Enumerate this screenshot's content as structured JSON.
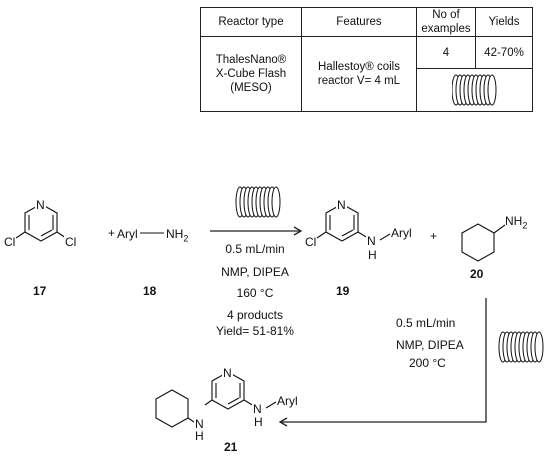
{
  "table": {
    "headers": [
      "Reactor type",
      "Features",
      "No of examples",
      "Yields"
    ],
    "row": {
      "reactor_type": "ThalesNano® X-Cube Flash (MESO)",
      "features": "Hallestoy® coils reactor V= 4 mL",
      "examples": "4",
      "yields": "42-70%"
    }
  },
  "compounds": {
    "c17": "17",
    "c18": "18",
    "c19": "19",
    "c20": "20",
    "c21": "21"
  },
  "reagent18": {
    "aryl": "Aryl",
    "amine": "NH2"
  },
  "step1": {
    "flow": "0.5 mL/min",
    "reagents": "NMP, DIPEA",
    "temp": "160 °C",
    "products": "4 products",
    "yield": "Yield= 51-81%"
  },
  "step2": {
    "flow": "0.5 mL/min",
    "reagents": "NMP, DIPEA",
    "temp": "200 °C"
  },
  "plus": "+",
  "atoms": {
    "N": "N",
    "Cl": "Cl",
    "H": "H",
    "NH": "NH",
    "NH2": "NH2",
    "Aryl": "Aryl"
  }
}
